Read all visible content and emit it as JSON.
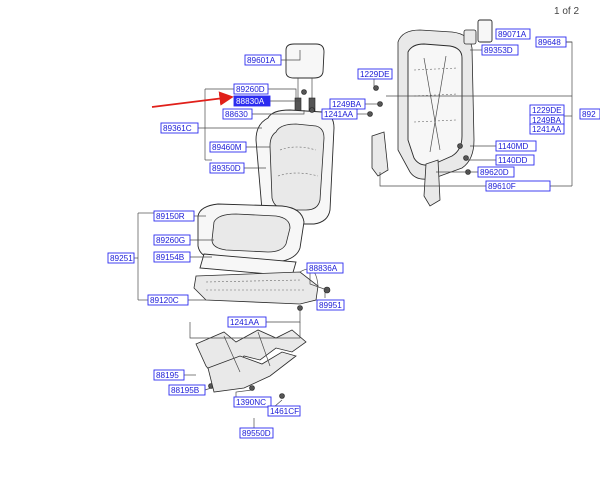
{
  "page": {
    "indicator": "1 of 2"
  },
  "colors": {
    "label": "#1a1ad6",
    "label_border": "#2c2cf0",
    "arrow": "#e0201a",
    "line": "#4a4a4a"
  },
  "labels": {
    "l89601A": "89601A",
    "l89260D": "89260D",
    "l88830A": "88830A",
    "l88630": "88630",
    "l89361C": "89361C",
    "l89460M": "89460M",
    "l89350D": "89350D",
    "l89150R": "89150R",
    "l89260G": "89260G",
    "l89154B": "89154B",
    "l89251": "89251",
    "l89120C": "89120C",
    "l1241AA_b": "1241AA",
    "l88836A": "88836A",
    "l89951": "89951",
    "l88195": "88195",
    "l88195B": "88195B",
    "l1390NC": "1390NC",
    "l1461CF": "1461CF",
    "l89550D": "89550D",
    "l89071A": "89071A",
    "l89353D": "89353D",
    "l89648": "89648",
    "l1229DE_a": "1229DE",
    "l1249BA_a": "1249BA",
    "l1241AA_a": "1241AA",
    "l89200": "892",
    "l1229DE_b": "1229DE",
    "l1249BA_b": "1249BA",
    "l1241AA_c": "1241AA",
    "l1140MD": "1140MD",
    "l1140DD": "1140DD",
    "l89620D": "89620D",
    "l89610F": "89610F"
  }
}
